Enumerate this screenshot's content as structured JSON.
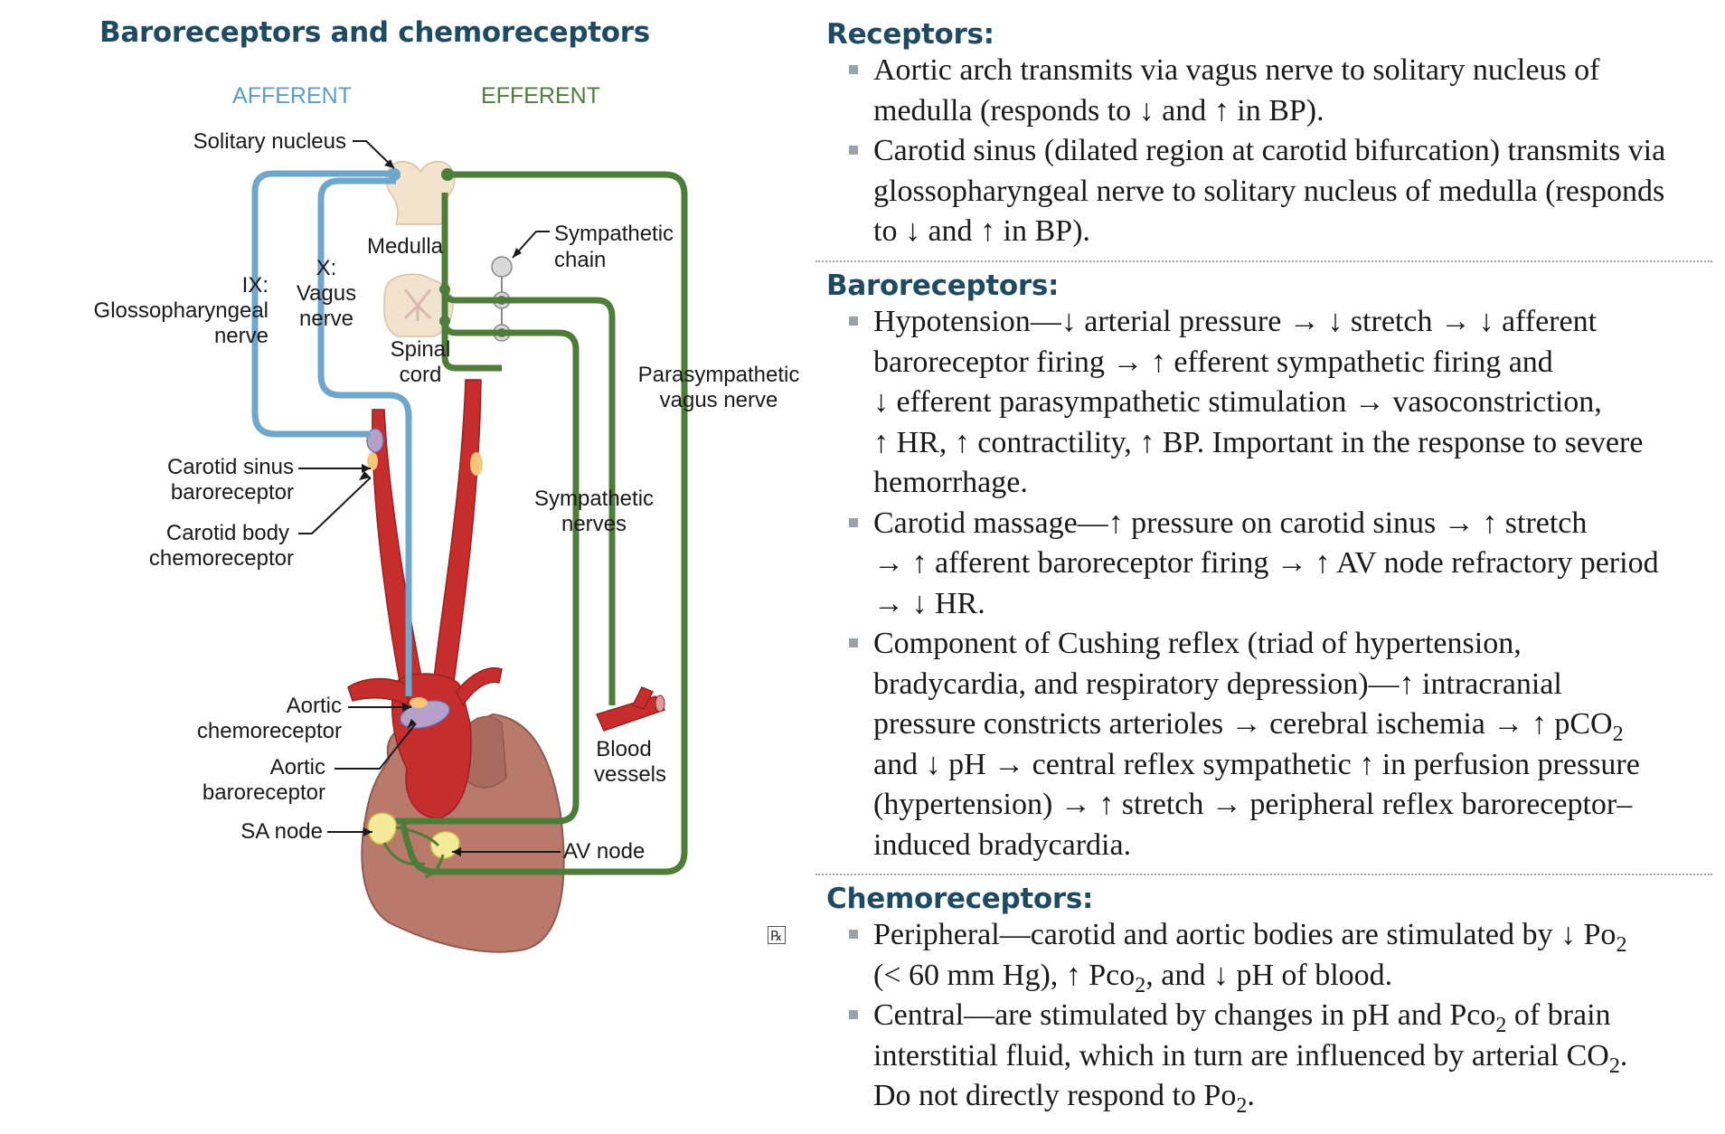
{
  "left": {
    "title": "Baroreceptors and chemoreceptors",
    "afferent": "AFFERENT",
    "efferent": "EFFERENT",
    "labels": {
      "solitary_nucleus": "Solitary nucleus",
      "medulla": "Medulla",
      "sympathetic_chain_1": "Sympathetic",
      "sympathetic_chain_2": "chain",
      "x_1": "X:",
      "x_2": "Vagus",
      "x_3": "nerve",
      "ix_1": "IX:",
      "ix_2": "Glossopharyngeal",
      "ix_3": "nerve",
      "spinal_1": "Spinal",
      "spinal_2": "cord",
      "parasymp_1": "Parasympathetic",
      "parasymp_2": "vagus nerve",
      "carotid_sinus_1": "Carotid sinus",
      "carotid_sinus_2": "baroreceptor",
      "carotid_body_1": "Carotid body",
      "carotid_body_2": "chemoreceptor",
      "symp_nerves_1": "Sympathetic",
      "symp_nerves_2": "nerves",
      "aortic_chemo_1": "Aortic",
      "aortic_chemo_2": "chemoreceptor",
      "blood_1": "Blood",
      "blood_2": "vessels",
      "aortic_baro_1": "Aortic",
      "aortic_baro_2": "baroreceptor",
      "sa_node": "SA node",
      "av_node": "AV node"
    },
    "rx_icon": "℞"
  },
  "right": {
    "receptors": {
      "title": "Receptors:",
      "items": [
        [
          "Aortic arch transmits via vagus nerve to solitary nucleus of",
          "medulla (responds to ↓ and ↑ in BP)."
        ],
        [
          "Carotid sinus (dilated region at carotid bifurcation) transmits via",
          "glossopharyngeal nerve to solitary nucleus of medulla (responds",
          "to ↓ and ↑ in BP)."
        ]
      ]
    },
    "baroreceptors": {
      "title": "Baroreceptors:",
      "items": [
        [
          "Hypotension—↓ arterial pressure → ↓ stretch → ↓ afferent",
          "baroreceptor firing → ↑ efferent sympathetic firing and",
          "↓ efferent parasympathetic stimulation → vasoconstriction,",
          "↑ HR, ↑ contractility, ↑ BP. Important in the response to severe",
          "hemorrhage."
        ],
        [
          "Carotid massage—↑ pressure on carotid sinus → ↑ stretch",
          "→ ↑ afferent baroreceptor firing → ↑ AV node refractory period",
          "→ ↓ HR."
        ],
        [
          "Component of Cushing reflex (triad of hypertension,",
          "bradycardia, and respiratory depression)—↑ intracranial",
          [
            "pressure constricts arterioles → cerebral ischemia → ↑ pCO",
            "2",
            ""
          ],
          "and ↓ pH → central reflex sympathetic ↑ in perfusion pressure",
          "(hypertension) → ↑ stretch → peripheral reflex baroreceptor–",
          "induced bradycardia."
        ]
      ]
    },
    "chemoreceptors": {
      "title": "Chemoreceptors:",
      "items": [
        [
          [
            "Peripheral—carotid and aortic bodies are stimulated by ↓ Po",
            "2",
            ""
          ],
          [
            "(< 60 mm Hg), ↑ Pco",
            "2",
            ", and ↓ pH of blood."
          ]
        ],
        [
          [
            "Central—are stimulated by changes in pH and Pco",
            "2",
            " of brain"
          ],
          [
            "interstitial fluid, which in turn are influenced by arterial CO",
            "2",
            "."
          ],
          [
            "Do not directly respond to Po",
            "2",
            "."
          ]
        ]
      ]
    }
  },
  "colors": {
    "title": "#1f4b62",
    "afferent": "#6fa7cc",
    "efferent": "#4e7d39",
    "artery": "#c62d2d",
    "heart": "#b97a6c",
    "nerve_tissue": "#f2e3cf",
    "node": "#f3ea9a"
  }
}
